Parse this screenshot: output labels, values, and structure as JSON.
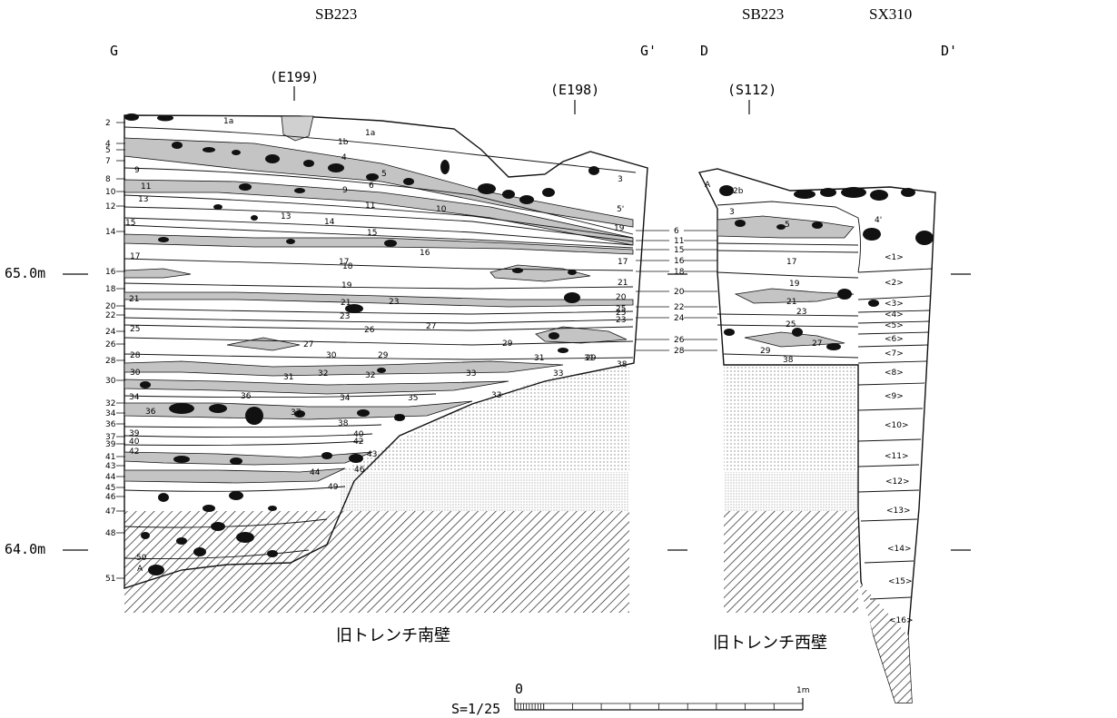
{
  "headers": [
    {
      "text": "SB223"
    },
    {
      "text": "SB223"
    },
    {
      "text": "SX310"
    }
  ],
  "section_letters": [
    "G",
    "G'",
    "D",
    "D'"
  ],
  "coords": [
    "(E199)",
    "(E198)",
    "(S112)"
  ],
  "elevations": [
    "65.0m",
    "64.0m"
  ],
  "south_wall": {
    "caption": "旧トレンチ南壁",
    "left_labels": [
      "2",
      "4",
      "5",
      "7",
      "8",
      "10",
      "12",
      "14",
      "16",
      "18",
      "20",
      "22",
      "24",
      "26",
      "28",
      "30",
      "32",
      "34",
      "36",
      "37",
      "39",
      "41",
      "43",
      "44",
      "45",
      "46",
      "47",
      "48",
      "51"
    ],
    "inner_labels": [
      "1a",
      "1a",
      "1b",
      "4",
      "5",
      "6",
      "9",
      "9",
      "11",
      "13",
      "11",
      "13",
      "14",
      "10",
      "15",
      "15",
      "16",
      "17",
      "17",
      "17",
      "18",
      "19",
      "21",
      "20",
      "21",
      "23",
      "23",
      "25",
      "25",
      "26",
      "27",
      "27",
      "29",
      "28",
      "29",
      "30",
      "31",
      "30",
      "31",
      "32",
      "32",
      "31",
      "33",
      "33",
      "34",
      "34",
      "33",
      "35",
      "36",
      "36",
      "37",
      "38",
      "38",
      "39",
      "40",
      "40",
      "42",
      "42",
      "43",
      "44",
      "46",
      "49",
      "50",
      "A",
      "3",
      "5'",
      "19",
      "21",
      "23",
      "25",
      "29",
      "38"
    ]
  },
  "connectors": [
    "6",
    "11",
    "15",
    "16",
    "18",
    "20",
    "22",
    "24",
    "26",
    "28"
  ],
  "west_wall": {
    "caption": "旧トレンチ西壁",
    "inner_labels": [
      "A",
      "2b",
      "3",
      "5",
      "4'",
      "17",
      "19",
      "21",
      "23",
      "25",
      "27",
      "29",
      "38"
    ],
    "sx_labels": [
      "<1>",
      "<2>",
      "<3>",
      "<4>",
      "<5>",
      "<6>",
      "<7>",
      "<8>",
      "<9>",
      "<10>",
      "<11>",
      "<12>",
      "<13>",
      "<14>",
      "<15>",
      "<16>"
    ]
  },
  "scale": {
    "label": "S=1/25",
    "zero": "0",
    "end": "1m"
  },
  "colors": {
    "ink": "#111111",
    "gray": "#c4c4c4",
    "stipple": "#999999"
  }
}
